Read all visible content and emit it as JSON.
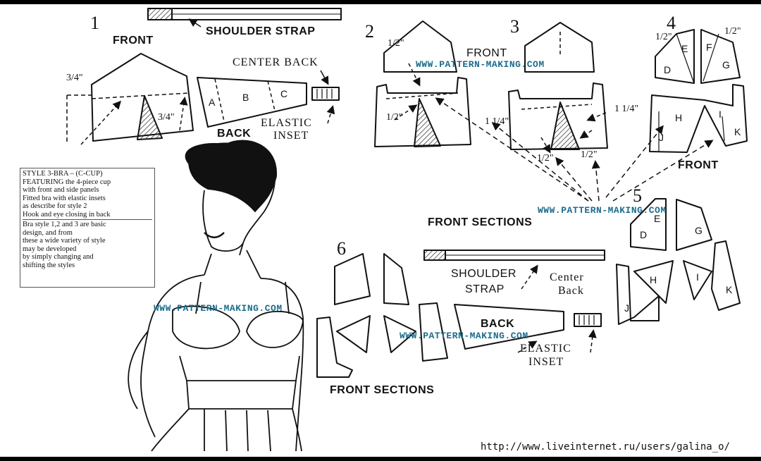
{
  "diagram": {
    "step_numbers": [
      "1",
      "2",
      "3",
      "4",
      "5",
      "6"
    ],
    "labels": {
      "shoulder_strap": "SHOULDER STRAP",
      "front": "FRONT",
      "center_back": "CENTER BACK",
      "back": "BACK",
      "elastic_inset": [
        "ELASTIC",
        "INSET"
      ],
      "front_top_3": "FRONT",
      "front_4": "FRONT",
      "front_sections_mid": "FRONT SECTIONS",
      "shoulder_strap_6": [
        "SHOULDER",
        "STRAP"
      ],
      "center_back_6": [
        "Center",
        "Back"
      ],
      "back_6": "BACK",
      "elastic_inset_6": [
        "ELASTIC",
        "INSET"
      ],
      "front_sections_bottom": "FRONT SECTIONS"
    },
    "piece_letters": {
      "p1": [
        "A",
        "B",
        "C"
      ],
      "p4": [
        "D",
        "E",
        "F",
        "G",
        "H",
        "I",
        "J",
        "K"
      ],
      "p5": [
        "E",
        "D",
        "G",
        "H",
        "I",
        "J",
        "K"
      ]
    },
    "measurements": {
      "m1a": "3/4\"",
      "m1b": "3/4\"",
      "m2a": "1/2\"",
      "m2b": "1/2\"",
      "m3a": "1 1/4\"",
      "m3b": "1 1/4\"",
      "m3c": "1/2\"",
      "m3d": "1/2\"",
      "m4a": "1/2\"",
      "m4b": "1/2\""
    },
    "watermark": "WWW.PATTERN-MAKING.COM"
  },
  "style_note": {
    "block1": [
      "STYLE 3-BRA – (C-CUP)",
      "FEATURING the 4-piece cup",
      "with front and side panels",
      "Fitted bra with elastic insets",
      " as describe for style 2",
      "Hook and eye closing in back"
    ],
    "block2": [
      "Bra style 1,2 and 3 are basic",
      " design, and from",
      " these a wide variety of style",
      " may be developed",
      "by simply changing and",
      "shifting the styles"
    ]
  },
  "credit": "http://www.liveinternet.ru/users/galina_o/",
  "colors": {
    "background": "#ffffff",
    "ink": "#111111",
    "watermark": "#1d6c8c",
    "frame": "#000000"
  }
}
